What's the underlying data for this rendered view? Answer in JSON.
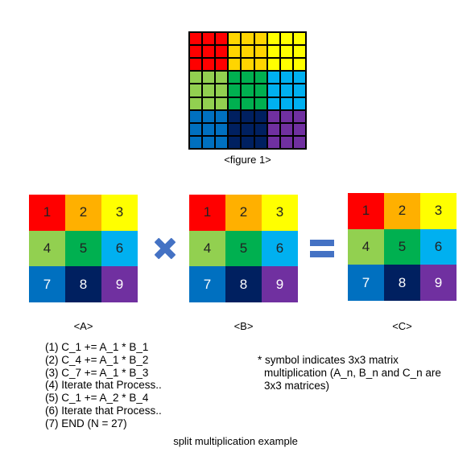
{
  "figure": {
    "caption": "<figure 1>",
    "block_colors": [
      [
        "#ff0000",
        "#ffd500",
        "#ffff00"
      ],
      [
        "#92d050",
        "#00b050",
        "#00b0f0"
      ],
      [
        "#0070c0",
        "#002060",
        "#7030a0"
      ]
    ]
  },
  "matrices": [
    {
      "label": "<A>",
      "cells": [
        "1",
        "2",
        "3",
        "4",
        "5",
        "6",
        "7",
        "8",
        "9"
      ]
    },
    {
      "label": "<B>",
      "cells": [
        "1",
        "2",
        "3",
        "4",
        "5",
        "6",
        "7",
        "8",
        "9"
      ]
    },
    {
      "label": "<C>",
      "cells": [
        "1",
        "2",
        "3",
        "4",
        "5",
        "6",
        "7",
        "8",
        "9"
      ]
    }
  ],
  "cell_colors": [
    "#ff0000",
    "#ffb000",
    "#ffff00",
    "#92d050",
    "#00b050",
    "#00b0f0",
    "#0070c0",
    "#002060",
    "#7030a0"
  ],
  "operator_color": "#4472c4",
  "steps": [
    "(1) C_1 += A_1 * B_1",
    "(2) C_4 += A_1 * B_2",
    "(3) C_7 += A_1 * B_3",
    "(4) Iterate that Process..",
    "(5) C_1 += A_2 * B_4",
    "(6) Iterate that Process..",
    "(7) END (N = 27)"
  ],
  "note": [
    "* symbol indicates 3x3 matrix",
    "multiplication (A_n, B_n and C_n are",
    "3x3 matrices)"
  ],
  "footer": "split multiplication example"
}
